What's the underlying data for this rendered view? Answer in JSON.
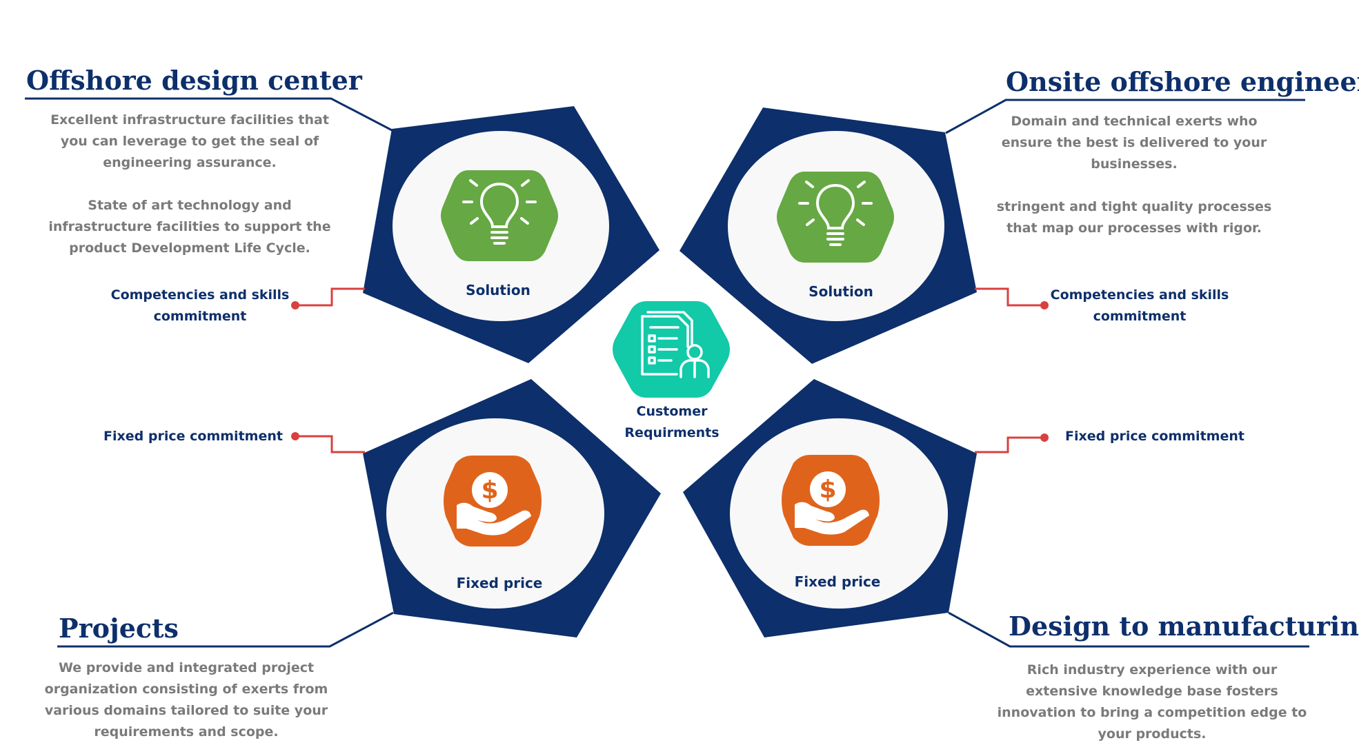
{
  "colors": {
    "navy": "#0d2f6b",
    "connector": "#d94040",
    "solution_green": "#66a844",
    "price_orange": "#e0631c",
    "center_teal": "#12c9a8",
    "circle_fill": "#f8f8f8",
    "desc_gray": "#7a7a7a"
  },
  "quadrants": {
    "top_left": {
      "title": "Offshore design center",
      "description": "Excellent infrastructure facilities that\nyou can leverage to get the seal of\nengineering assurance.\n\nState of art technology and\ninfrastructure facilities to support  the\nproduct Development Life Cycle.",
      "tag": "Competencies and skills\ncommitment",
      "icon_label": "Solution",
      "icon": "lightbulb-icon"
    },
    "top_right": {
      "title": "Onsite offshore engineering",
      "description": "Domain and technical exerts who\nensure the best is delivered to your\nbusinesses.\n\nstringent and tight quality processes\nthat map our processes with rigor.",
      "tag": "Competencies and skills\ncommitment",
      "icon_label": "Solution",
      "icon": "lightbulb-icon"
    },
    "bottom_left": {
      "title": "Projects",
      "description": "We provide and integrated project\norganization consisting  of exerts from\nvarious domains tailored to suite your\nrequirements and scope.",
      "tag": "Fixed price commitment",
      "icon_label": "Fixed price",
      "icon": "money-hand-icon"
    },
    "bottom_right": {
      "title": "Design to manufacturing",
      "description": "Rich industry experience with our\nextensive knowledge base fosters\ninnovation to bring a competition edge to\nyour products.",
      "tag": "Fixed price commitment",
      "icon_label": "Fixed price",
      "icon": "money-hand-icon"
    }
  },
  "center": {
    "label": "Customer\nRequirments",
    "icon": "document-person-icon"
  }
}
